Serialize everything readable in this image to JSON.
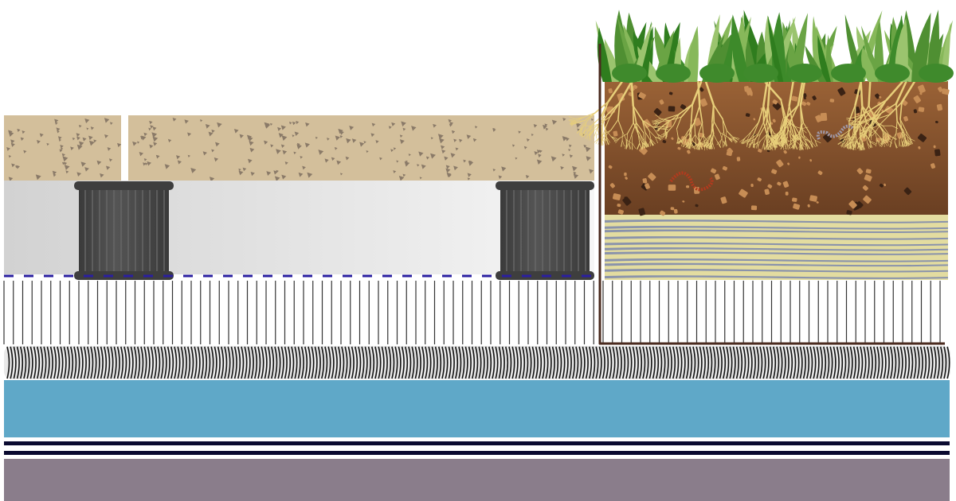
{
  "diagram": {
    "layers": [
      {
        "id": "vegetation",
        "color": "#4f8f32"
      },
      {
        "id": "growing-medium",
        "color": "#7a4a2a"
      },
      {
        "id": "filter-sand",
        "color": "#e3dca0",
        "streak_color": "#8a93ab"
      },
      {
        "id": "pavers",
        "color": "#d3bf9b",
        "fleck_color": "#8a7a68"
      },
      {
        "id": "pedestal-gap",
        "color": "#e6e6e6"
      },
      {
        "id": "pedestals",
        "color": "#444444"
      },
      {
        "id": "separation-membrane",
        "color": "#2a1fa0"
      },
      {
        "id": "drainage-core",
        "color": "#111111"
      },
      {
        "id": "drainage-mat",
        "color": "#222222"
      },
      {
        "id": "insulation",
        "color": "#5fa8c8"
      },
      {
        "id": "waterproofing",
        "color": "#0a0a30"
      },
      {
        "id": "roof-deck",
        "color": "#8a7d8b"
      },
      {
        "id": "planter-edge",
        "color": "#4a2a1e"
      }
    ]
  }
}
